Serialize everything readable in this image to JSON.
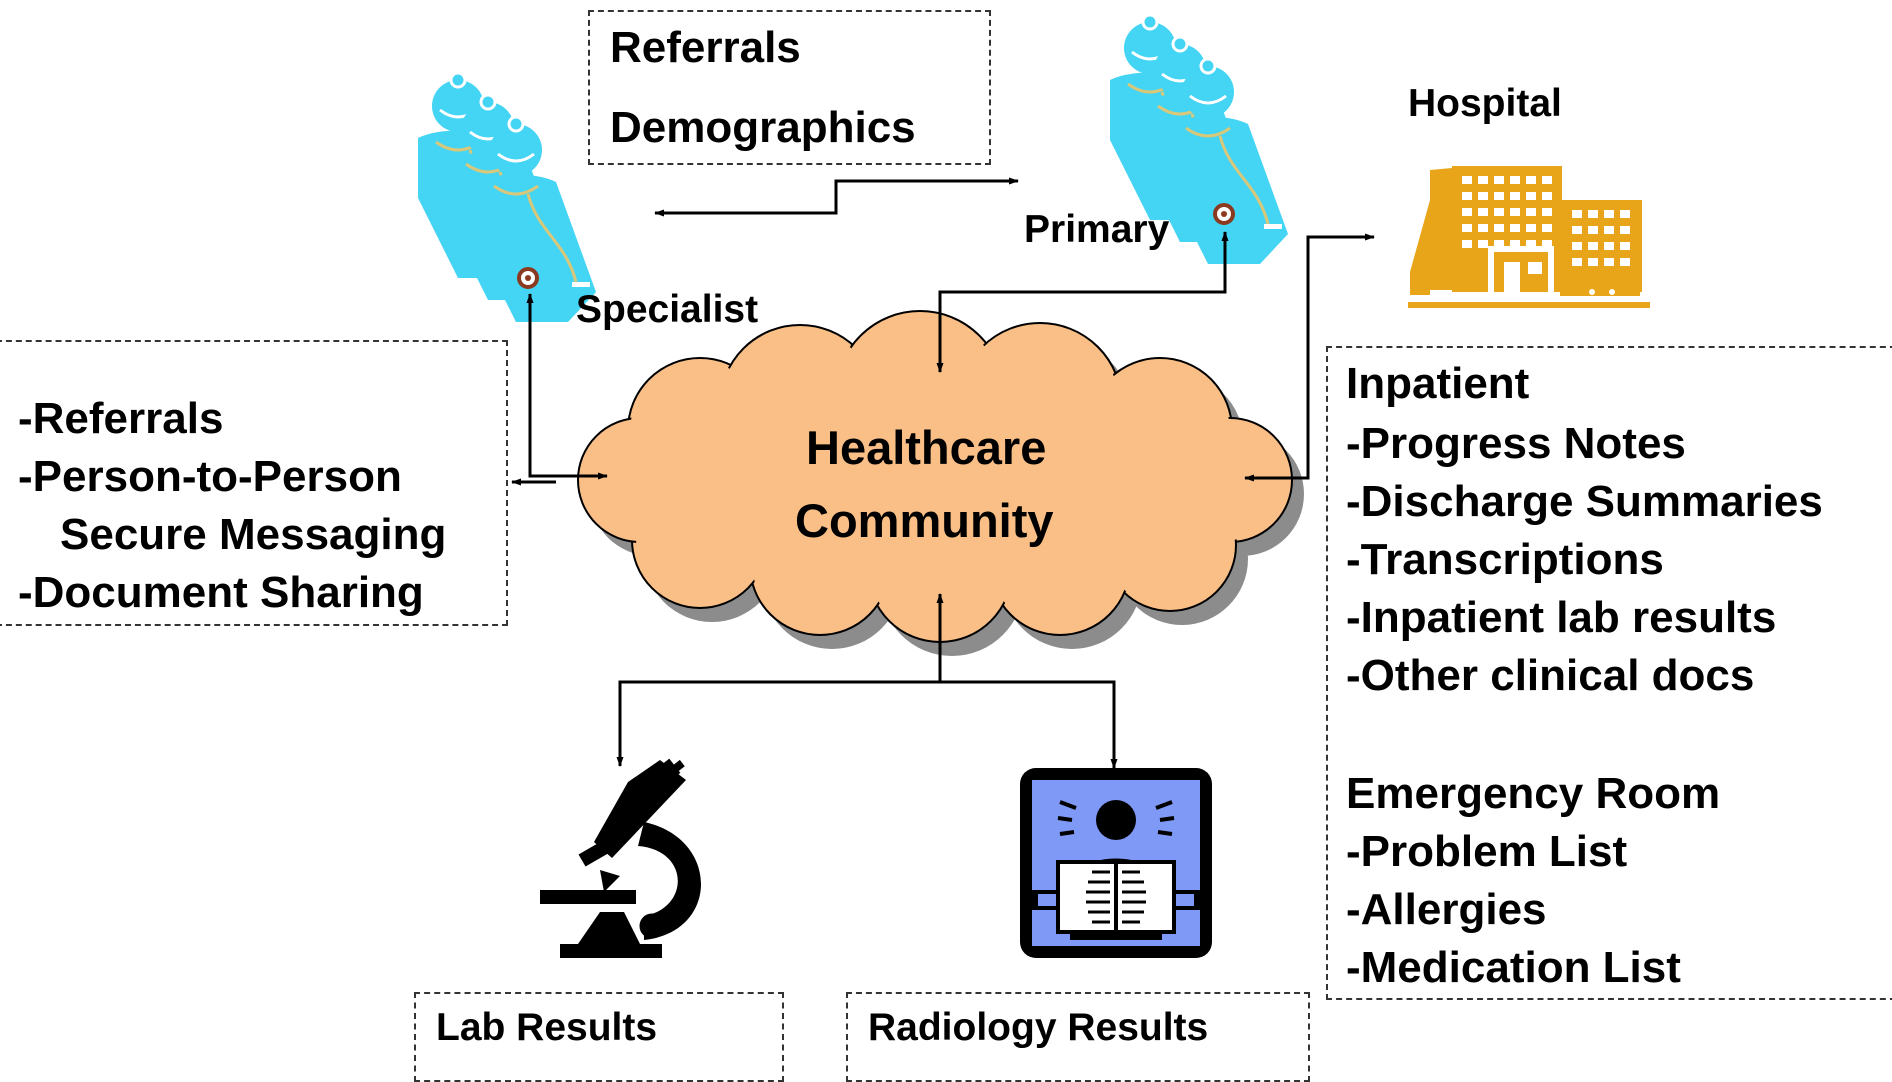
{
  "cloud": {
    "line1": "Healthcare",
    "line2": "Community"
  },
  "nodes": {
    "specialist": "Specialist",
    "primary": "Primary",
    "hospital": "Hospital"
  },
  "boxes": {
    "referrals_demo": [
      "Referrals",
      "Demographics"
    ],
    "specialist_services": [
      "-Referrals",
      "-Person-to-Person",
      "Secure Messaging",
      "-Document Sharing"
    ],
    "hospital_docs": {
      "inpatient": [
        "Inpatient",
        "-Progress Notes",
        "-Discharge Summaries",
        "-Transcriptions",
        "-Inpatient lab results",
        "-Other clinical docs"
      ],
      "emergency": [
        "Emergency Room",
        "-Problem List",
        "-Allergies",
        "-Medication List"
      ]
    },
    "lab": "Lab Results",
    "radiology": "Radiology Results"
  },
  "colors": {
    "cloud_fill": "#f9bf86",
    "cloud_shadow": "#8c8c8c",
    "doctor": "#44d4f4",
    "hospital": "#e8a51a",
    "radiology_bg": "#7f9af6"
  },
  "icons": [
    "doctor-group-icon",
    "hospital-building-icon",
    "microscope-icon",
    "xray-viewer-icon"
  ]
}
